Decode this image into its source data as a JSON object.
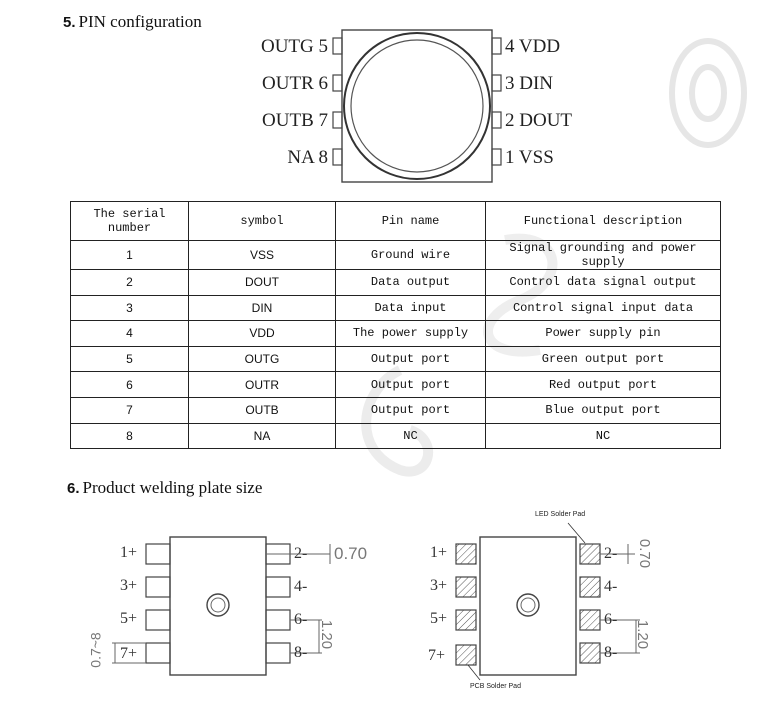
{
  "section5": {
    "number": "5.",
    "title": "PIN configuration"
  },
  "pin_diagram": {
    "left_pins": [
      "OUTG 5",
      "OUTR 6",
      "OUTB 7",
      "NA 8"
    ],
    "right_pins": [
      "4 VDD",
      "3 DIN",
      "2 DOUT",
      "1 VSS"
    ]
  },
  "table": {
    "headers": [
      "The serial number",
      "symbol",
      "Pin name",
      "Functional description"
    ],
    "rows": [
      [
        "1",
        "VSS",
        "Ground wire",
        "Signal grounding and power supply"
      ],
      [
        "2",
        "DOUT",
        "Data output",
        "Control data signal output"
      ],
      [
        "3",
        "DIN",
        "Data input",
        "Control signal input data"
      ],
      [
        "4",
        "VDD",
        "The power supply",
        "Power supply pin"
      ],
      [
        "5",
        "OUTG",
        "Output port",
        "Green output port"
      ],
      [
        "6",
        "OUTR",
        "Output port",
        "Red output port"
      ],
      [
        "7",
        "OUTB",
        "Output port",
        "Blue output port"
      ],
      [
        "8",
        "NA",
        "NC",
        "NC"
      ]
    ]
  },
  "section6": {
    "number": "6.",
    "title": "Product welding plate size"
  },
  "pad_diagram_left": {
    "left_labels": [
      "1+",
      "3+",
      "5+",
      "7+"
    ],
    "right_labels": [
      "2-",
      "4-",
      "6-",
      "8-"
    ],
    "dim_pad_width": "0.70",
    "dim_pitch": "1.20",
    "dim_height": "0.7~8"
  },
  "pad_diagram_right": {
    "left_labels": [
      "1+",
      "3+",
      "5+",
      "7+"
    ],
    "right_labels": [
      "2-",
      "4-",
      "6-",
      "8-"
    ],
    "dim_pad_width": "0.70",
    "dim_pitch": "1.20",
    "led_pad_label": "LED Solder Pad",
    "pcb_pad_label": "PCB Solder Pad"
  }
}
